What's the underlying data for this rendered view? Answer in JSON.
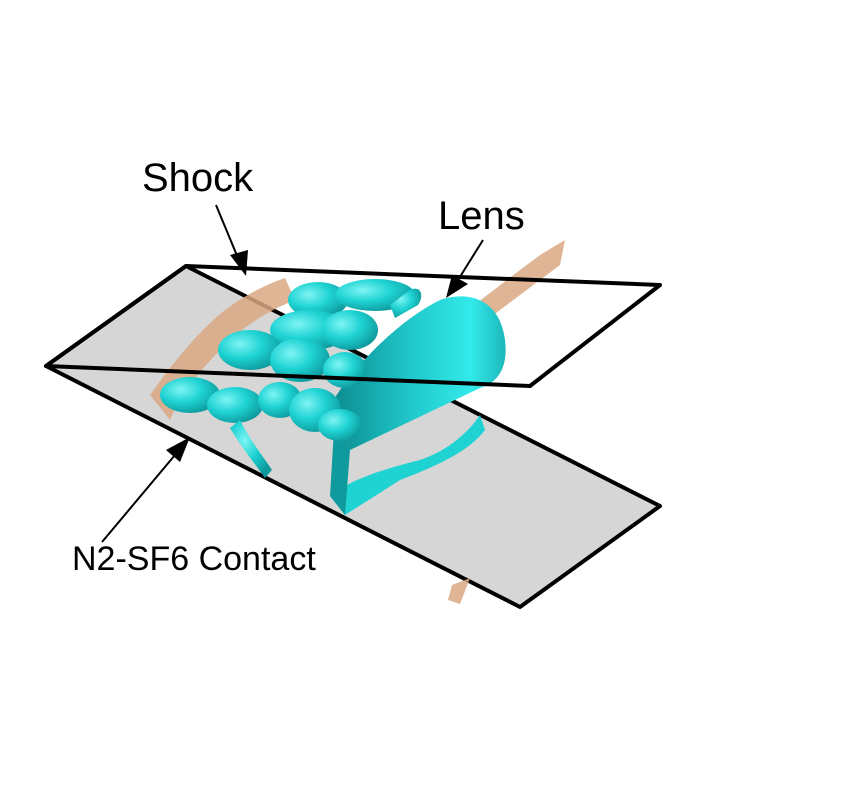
{
  "labels": {
    "shock": "Shock",
    "lens": "Lens",
    "contact": "N2-SF6 Contact"
  },
  "colors": {
    "background": "#ffffff",
    "bottom_plane": "#d6d6d6",
    "frame": "#000000",
    "shock_surface": "#d9a882",
    "lens_surface": "#1fd3d3",
    "lens_shadow": "#118f92"
  }
}
